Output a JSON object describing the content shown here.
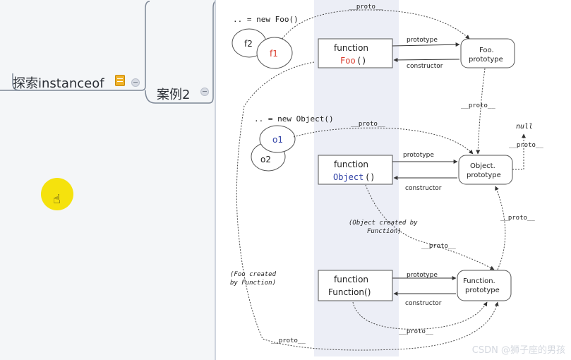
{
  "mindmap": {
    "node1_label": "探索instanceof",
    "node2_label": "案例2"
  },
  "diagram": {
    "foo_header": ".. = new Foo()",
    "object_header": ".. = new Object()",
    "f2": "f2",
    "f1": "f1",
    "o1": "o1",
    "o2": "o2",
    "fn_foo_kw": "function",
    "fn_foo_name": "Foo",
    "fn_foo_parens": "()",
    "foo_proto_line1": "Foo.",
    "foo_proto_line2": "prototype",
    "fn_obj_kw": "function",
    "fn_obj_name": "Object",
    "fn_obj_parens": "()",
    "obj_proto_line1": "Object.",
    "obj_proto_line2": "prototype",
    "fn_func_kw": "function",
    "fn_func_name": "Function()",
    "func_proto_line1": "Function.",
    "func_proto_line2": "prototype",
    "null_label": "null",
    "prototype_label": "prototype",
    "constructor_label": "constructor",
    "proto_label": "__proto__",
    "obj_created_note_1": "(Object created by",
    "obj_created_note_2": "Function)",
    "foo_created_note_1": "(Foo created",
    "foo_created_note_2": "by Function)"
  },
  "colors": {
    "red": "#d93a2b",
    "blue": "#3142a6",
    "highlight": "#f4e000"
  },
  "watermark": "CSDN @狮子座的男孩"
}
